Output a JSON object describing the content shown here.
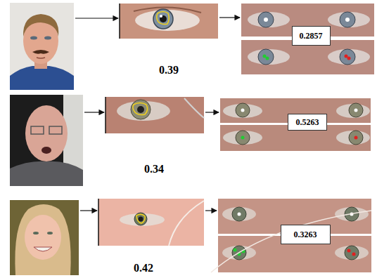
{
  "diagram": {
    "nodes": [
      {
        "text": [
          "0.2857"
        ]
      },
      {
        "text": [
          "0.5263"
        ]
      },
      {
        "text": [
          "0.3263"
        ]
      }
    ],
    "labels": [
      "0.39",
      "0.34",
      "0.42"
    ]
  }
}
